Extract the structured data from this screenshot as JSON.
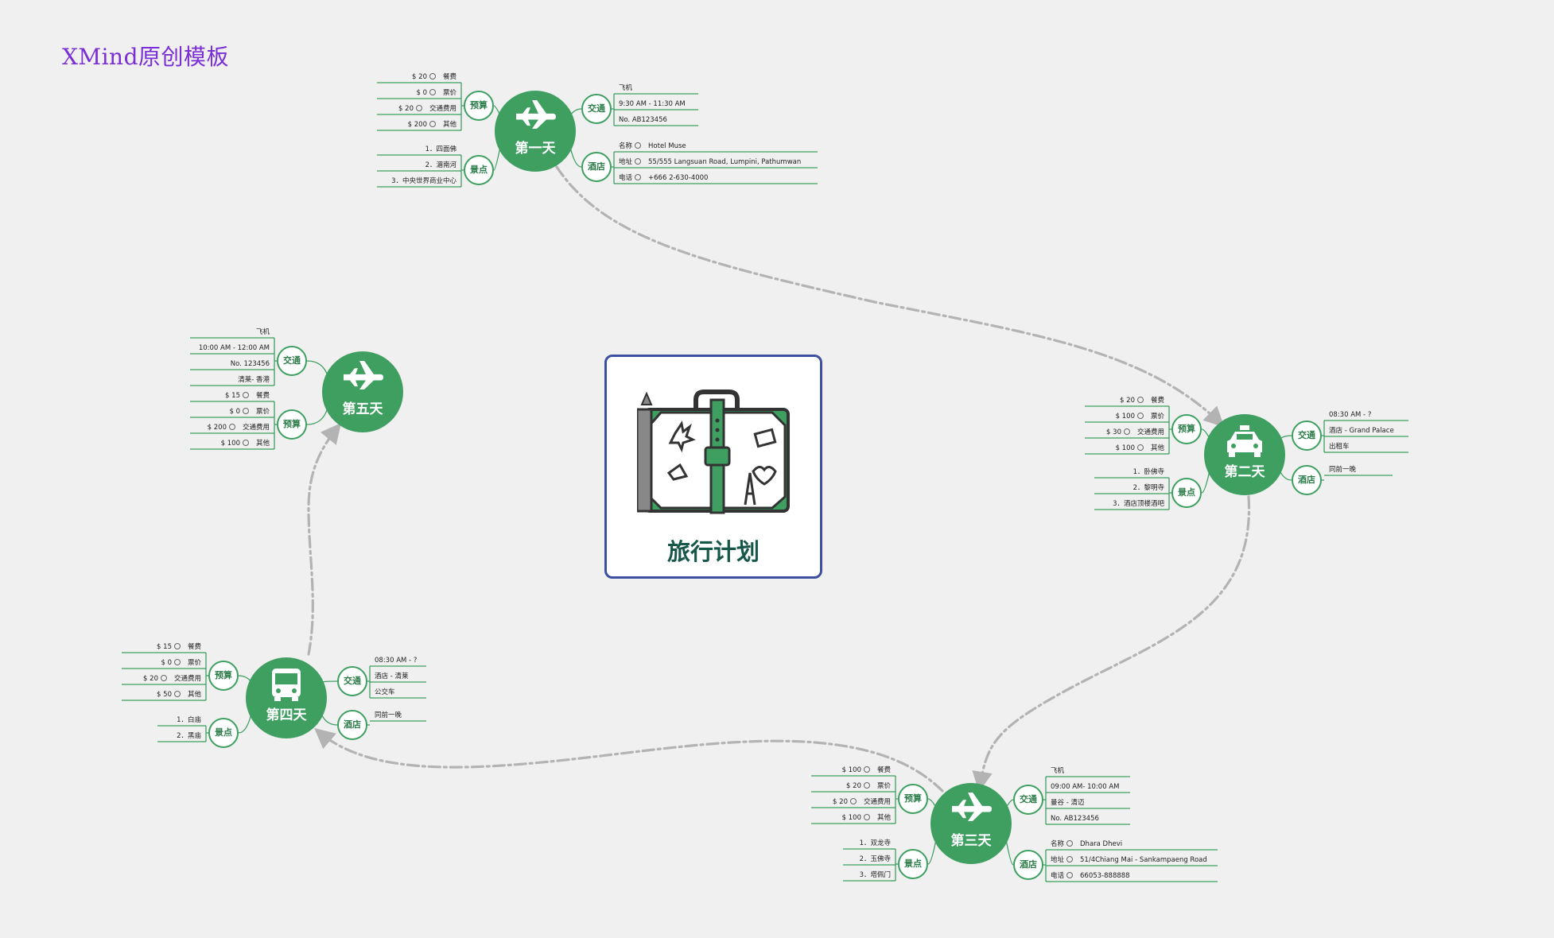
{
  "watermark": "XMind原创模板",
  "center": {
    "title": "旅行计划",
    "icon": "suitcase-icon"
  },
  "colors": {
    "node": "#3e9f61",
    "line": "#3e9f61",
    "center_border": "#3d4fa0",
    "arrow": "#b3b3b3",
    "watermark": "#7a2fd6"
  },
  "days": [
    {
      "label": "第一天",
      "icon": "airplane-icon",
      "budget": {
        "label": "预算",
        "items": [
          {
            "amount": "$ 20",
            "name": "餐费"
          },
          {
            "amount": "$ 0",
            "name": "票价"
          },
          {
            "amount": "$ 20",
            "name": "交通费用"
          },
          {
            "amount": "$ 200",
            "name": "其他"
          }
        ]
      },
      "sights": {
        "label": "景点",
        "items": [
          "1．四面佛",
          "2．湄南河",
          "3．中央世界商业中心"
        ]
      },
      "transport": {
        "label": "交通",
        "items": [
          "飞机",
          "9:30 AM - 11:30 AM",
          "No. AB123456"
        ]
      },
      "hotel": {
        "label": "酒店",
        "items": [
          {
            "key": "名称",
            "value": "Hotel Muse"
          },
          {
            "key": "地址",
            "value": "55/555 Langsuan Road, Lumpini, Pathumwan"
          },
          {
            "key": "电话",
            "value": "+666 2-630-4000"
          }
        ]
      }
    },
    {
      "label": "第二天",
      "icon": "taxi-icon",
      "budget": {
        "label": "预算",
        "items": [
          {
            "amount": "$ 20",
            "name": "餐费"
          },
          {
            "amount": "$ 100",
            "name": "票价"
          },
          {
            "amount": "$ 30",
            "name": "交通费用"
          },
          {
            "amount": "$ 100",
            "name": "其他"
          }
        ]
      },
      "sights": {
        "label": "景点",
        "items": [
          "1．卧佛寺",
          "2．黎明寺",
          "3．酒店顶楼酒吧"
        ]
      },
      "transport": {
        "label": "交通",
        "items": [
          "08:30 AM - ?",
          "酒店 - Grand Palace",
          "出租车"
        ]
      },
      "hotel": {
        "label": "酒店",
        "items": [
          "同前一晚"
        ]
      }
    },
    {
      "label": "第三天",
      "icon": "airplane-icon",
      "budget": {
        "label": "预算",
        "items": [
          {
            "amount": "$ 100",
            "name": "餐费"
          },
          {
            "amount": "$ 20",
            "name": "票价"
          },
          {
            "amount": "$ 20",
            "name": "交通费用"
          },
          {
            "amount": "$ 100",
            "name": "其他"
          }
        ]
      },
      "sights": {
        "label": "景点",
        "items": [
          "1．双龙寺",
          "2．玉佛寺",
          "3．塔佩门"
        ]
      },
      "transport": {
        "label": "交通",
        "items": [
          "飞机",
          "09:00 AM- 10:00 AM",
          "曼谷 - 清迈",
          "No. AB123456"
        ]
      },
      "hotel": {
        "label": "酒店",
        "items": [
          {
            "key": "名称",
            "value": "Dhara Dhevi"
          },
          {
            "key": "地址",
            "value": "51/4Chiang Mai - Sankampaeng Road"
          },
          {
            "key": "电话",
            "value": "66053-888888"
          }
        ]
      }
    },
    {
      "label": "第四天",
      "icon": "bus-icon",
      "budget": {
        "label": "预算",
        "items": [
          {
            "amount": "$ 15",
            "name": "餐费"
          },
          {
            "amount": "$ 0",
            "name": "票价"
          },
          {
            "amount": "$ 20",
            "name": "交通费用"
          },
          {
            "amount": "$ 50",
            "name": "其他"
          }
        ]
      },
      "sights": {
        "label": "景点",
        "items": [
          "1．白庙",
          "2．黑庙"
        ]
      },
      "transport": {
        "label": "交通",
        "items": [
          "08:30 AM - ?",
          "酒店 - 清莱",
          "公交车"
        ]
      },
      "hotel": {
        "label": "酒店",
        "items": [
          "同前一晚"
        ]
      }
    },
    {
      "label": "第五天",
      "icon": "airplane-icon",
      "transport": {
        "label": "交通",
        "items": [
          "飞机",
          "10:00 AM - 12:00 AM",
          "No. 123456",
          "清莱- 香港"
        ]
      },
      "budget": {
        "label": "预算",
        "items": [
          {
            "amount": "$ 15",
            "name": "餐费"
          },
          {
            "amount": "$ 0",
            "name": "票价"
          },
          {
            "amount": "$ 200",
            "name": "交通费用"
          },
          {
            "amount": "$ 100",
            "name": "其他"
          }
        ]
      }
    }
  ]
}
